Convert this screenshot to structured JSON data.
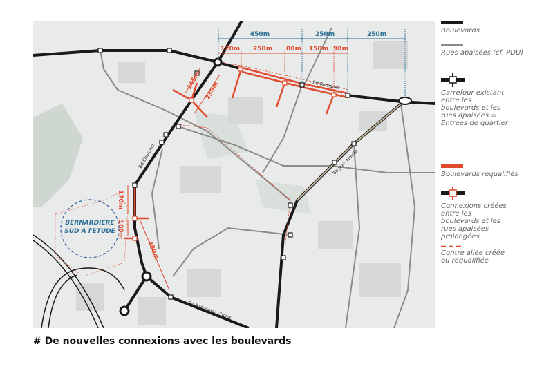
{
  "map": {
    "distances_top_blue": [
      "450m",
      "250m",
      "250m"
    ],
    "distances_top_red": [
      "120m",
      "250m",
      "80m",
      "150m",
      "90m"
    ],
    "distances_diag": [
      "145m",
      "236m"
    ],
    "distances_south": [
      "170m",
      "100m",
      "480m"
    ],
    "streets": [
      "Bd Romanet",
      "Bd Churchill",
      "Bd Jean Moulin",
      "Bd Bâtonnier Cholet"
    ],
    "study_area_label": [
      "BERNARDIERE",
      "SUD A l'ETUDE"
    ],
    "colors": {
      "boulevard": "#1a1a1a",
      "rue_apaisee": "#8a8a8a",
      "requalified": "#e04a2e",
      "measure_blue": "#2a6f95",
      "background": "#e9eaea"
    }
  },
  "legend": [
    {
      "icon": "black-bar",
      "label": "Boulevards"
    },
    {
      "icon": "grey-bar",
      "label": "Rues apaisées (cf. PDU)"
    },
    {
      "icon": "black-junction-square",
      "label": "Carrefour existant entre les boulevards et les rues apaisées = Entrées de quartier"
    },
    {
      "icon": "red-bar",
      "label": "Boulevards requalifiés"
    },
    {
      "icon": "red-junction-square",
      "label": "Connexions créées entre les boulevards et les rues apaisées prolongées"
    },
    {
      "icon": "red-dashed-line",
      "label": "Contre allée créée ou requalifiée"
    }
  ],
  "caption": "# De nouvelles connexions avec les boulevards"
}
